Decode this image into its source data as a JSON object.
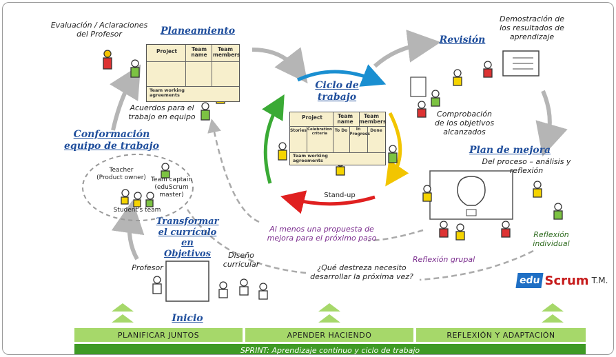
{
  "annotations": {
    "teacher_eval": "Evaluación / Aclaraciones\ndel Profesor",
    "agreements": "Acuerdos para el\ntrabajo en equipo",
    "demo": "Demostración de\nlos resultados de\naprendizaje",
    "check": "Comprobación\nde los objetivos\nalcanzados",
    "improve_sub": "Del proceso – análisis y reflexión",
    "proposal": "Al menos una propuesta de\nmejora para el próximo paso",
    "question": "¿Qué destreza necesito\ndesarrollar la próxima vez?",
    "group_reflection": "Reflexión grupal",
    "individual_reflection": "Reflexión\nindividual",
    "teacher": "Profesor",
    "curriculum_design": "Diseño\ncurricular",
    "standup": "Stand-up",
    "teacher_role": "Teacher\n(Product owner)",
    "team_captain": "Team captain\n(eduScrum\nmaster)",
    "students_team": "Student's team"
  },
  "headings": {
    "planning": "Planeamiento",
    "review": "Revisión",
    "work_cycle": "Ciclo de\ntrabajo",
    "team_formation": "Conformación\nequipo de trabajo",
    "improvement_plan": "Plan de mejora",
    "transform": "Transformar\nel currículo en\nObjetivos",
    "start": "Inicio"
  },
  "planning_board": {
    "columns": [
      "Project",
      "Team\nname",
      "Team\nmembers"
    ],
    "footer": "Team working\nagreements"
  },
  "cycle_board": {
    "top_headers": [
      "Project",
      "Team\nname",
      "Team\nmembers"
    ],
    "columns": [
      "Stories",
      "Celebration\ncriteria",
      "To Do",
      "In\nProgress",
      "Done"
    ],
    "footer": "Team working\nagreements"
  },
  "bottom_bars": [
    "PLANIFICAR JUNTOS",
    "APENDER HACIENDO",
    "REFLEXIÓN Y ADAPTACIÓN"
  ],
  "sprint": "SPRINT: Aprendizaje continuo y ciclo de trabajo",
  "logo": {
    "edu": "edu",
    "scrum": "Scrum",
    "tm": "T.M."
  },
  "colors": {
    "heading": "#1f4e9c",
    "board": "#f7efcc",
    "light_green": "#a6d86a",
    "dark_green": "#3f9a25",
    "cycle_blue": "#1a8fd1",
    "cycle_yellow": "#f2c500",
    "cycle_red": "#e02020",
    "cycle_green": "#3aaa35",
    "flow_arrow": "#b5b5b5",
    "proposal_text": "#7b2d8e",
    "reflection_text": "#2e6b1e"
  }
}
